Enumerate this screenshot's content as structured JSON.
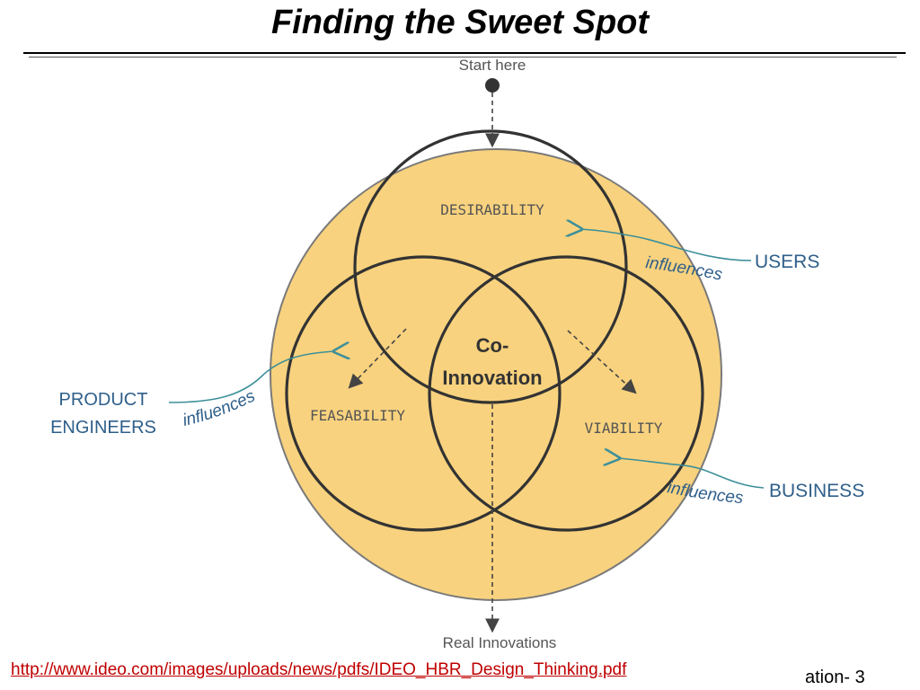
{
  "slide": {
    "title": "Finding the Sweet Spot",
    "source_url": "http://www.ideo.com/images/uploads/news/pdfs/IDEO_HBR_Design_Thinking.pdf",
    "footer_text": "ation- 3"
  },
  "diagram": {
    "start_label": "Start here",
    "end_label": "Real Innovations",
    "circles": {
      "top": "DESIRABILITY",
      "left": "FEASABILITY",
      "right": "VIABILITY"
    },
    "center_line1": "Co-",
    "center_line2": "Innovation",
    "influencers": {
      "users": "USERS",
      "product_engineers_line1": "PRODUCT",
      "product_engineers_line2": "ENGINEERS",
      "business": "BUSINESS"
    },
    "influence_label": "influences"
  },
  "colors": {
    "background_circle": "#f8d27e",
    "outline": "#333333",
    "arrow_teal": "#3d8f9a",
    "influencer_text": "#2f5f8a",
    "label_text": "#555555"
  }
}
